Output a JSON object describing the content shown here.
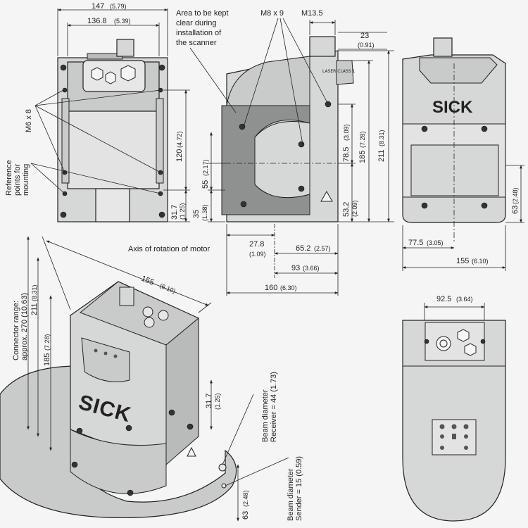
{
  "logo_text": "SICK",
  "warning_label": "LASER CLASS 1",
  "colors": {
    "background": "#f4f5f4",
    "housing": "#d6d8d7",
    "housing_dark": "#b8bbba",
    "keep_clear_area": "#8e918f",
    "line": "#222222"
  },
  "front_view": {
    "dim_147": {
      "value": "147",
      "alt": "(5.79)"
    },
    "dim_136_8": {
      "value": "136.8",
      "alt": "(5.39)"
    },
    "dim_120": {
      "value": "120",
      "alt": "(4.72)"
    },
    "dim_31_7": {
      "value": "31.7",
      "alt": "(1.25)"
    },
    "screw_label": "M6 x 8",
    "reference_label": [
      "Reference",
      "points for",
      "mounting"
    ]
  },
  "side_view": {
    "keep_clear_note": [
      "Area to be kept",
      "clear during",
      "installation of",
      "the scanner"
    ],
    "m8_label": "M8 x 9",
    "m13_label": "M13.5",
    "dim_23": {
      "value": "23",
      "alt": "(0.91)"
    },
    "dim_211": {
      "value": "211",
      "alt": "(8.31)"
    },
    "dim_185": {
      "value": "185",
      "alt": "(7.28)"
    },
    "dim_78_5": {
      "value": "78.5",
      "alt": "(3.09)"
    },
    "dim_53_2": {
      "value": "53.2",
      "alt": "(2.09)"
    },
    "dim_55": {
      "value": "55",
      "alt": "(2.17)"
    },
    "dim_35": {
      "value": "35",
      "alt": "(1.38)"
    },
    "axis_note": "Axis of rotation of motor",
    "dim_27_8": {
      "value": "27.8",
      "alt": "(1.09)"
    },
    "dim_65_2": {
      "value": "65.2",
      "alt": "(2.57)"
    },
    "dim_93": {
      "value": "93",
      "alt": "(3.66)"
    },
    "dim_160": {
      "value": "160",
      "alt": "(6.30)"
    }
  },
  "right_view": {
    "dim_63": {
      "value": "63",
      "alt": "(2.48)"
    },
    "dim_77_5": {
      "value": "77.5",
      "alt": "(3.05)"
    },
    "dim_155": {
      "value": "155",
      "alt": "(6.10)"
    }
  },
  "top_view": {
    "dim_92_5": {
      "value": "92.5",
      "alt": "(3.64)"
    }
  },
  "iso_view": {
    "dim_155": {
      "value": "155",
      "alt": "(6.10)"
    },
    "connector_range": [
      "Connector range:",
      "approx. 270 (10.63)"
    ],
    "dim_211": {
      "value": "211",
      "alt": "(8.31)"
    },
    "dim_185": {
      "value": "185",
      "alt": "(7.28)"
    },
    "dim_31_7": {
      "value": "31.7",
      "alt": "(1.25)"
    },
    "dim_63": {
      "value": "63",
      "alt": "(2.48)"
    },
    "beam_receiver": [
      "Beam diameter",
      "Receiver = 44 (1.73)"
    ],
    "beam_sender": [
      "Beam diameter",
      "Sender = 15 (0.59)"
    ]
  }
}
